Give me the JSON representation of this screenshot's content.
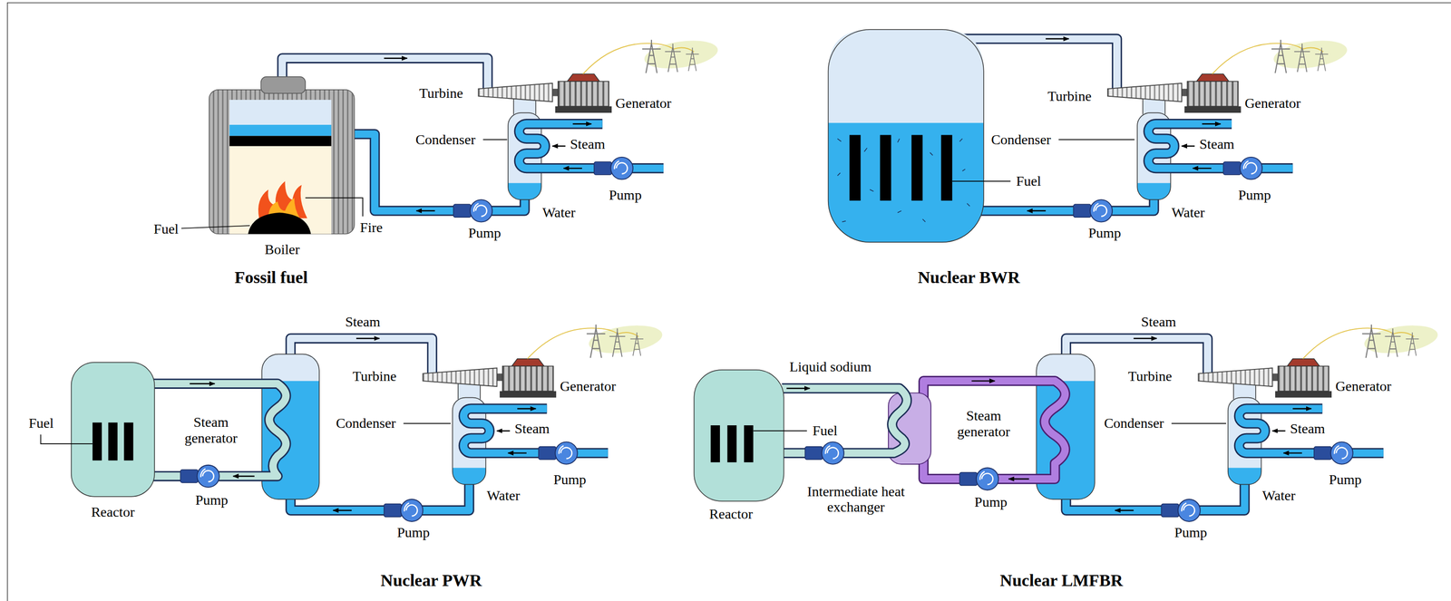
{
  "diagram": {
    "labels": [
      "Turbine",
      "Generator",
      "Condenser",
      "Steam",
      "Pump",
      "Water",
      "Fire",
      "Pump",
      "Fuel",
      "Boiler",
      "Fossil fuel",
      "Turbine",
      "Generator",
      "Condenser",
      "Steam",
      "Fuel",
      "Pump",
      "Water",
      "Pump",
      "Nuclear BWR",
      "Steam",
      "Turbine",
      "Generator",
      "Fuel",
      "Steam generator",
      "Condenser",
      "Steam",
      "Pump",
      "Water",
      "Pump",
      "Reactor",
      "Pump",
      "Nuclear PWR",
      "Steam",
      "Liquid sodium",
      "Turbine",
      "Generator",
      "Steam generator",
      "Condenser",
      "Fuel",
      "Steam",
      "Pump",
      "Water",
      "Intermediate heat exchanger",
      "Pump",
      "Reactor",
      "Pump",
      "Nuclear LMFBR"
    ]
  }
}
